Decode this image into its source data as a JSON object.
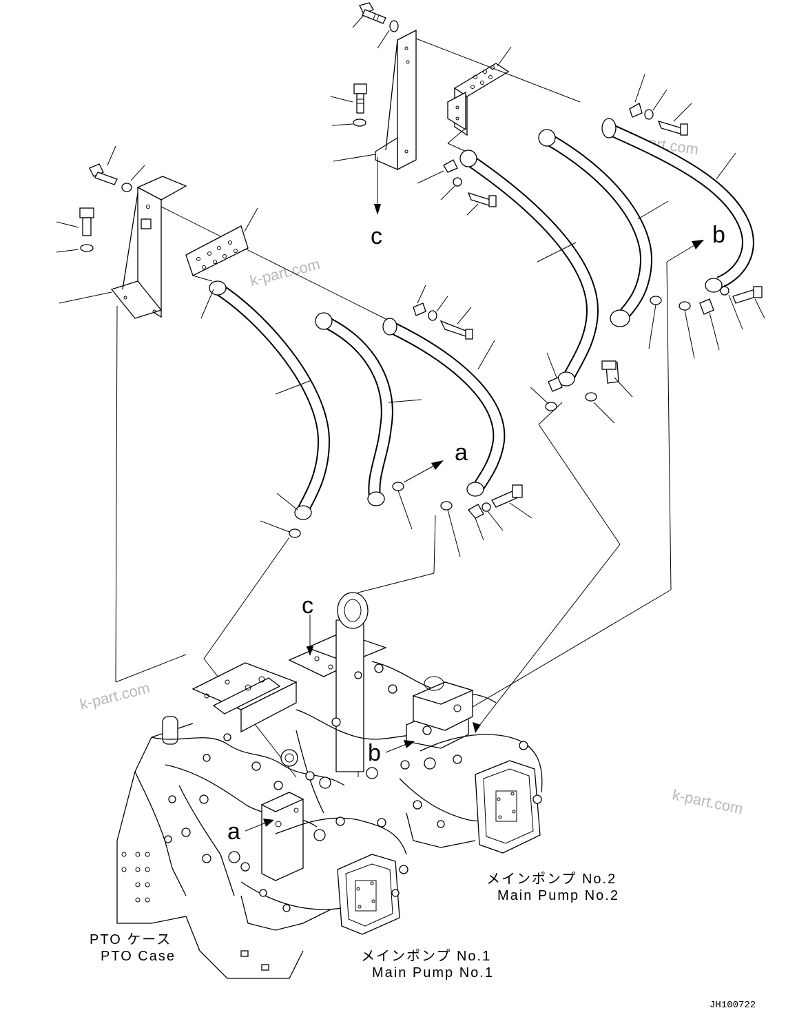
{
  "callouts": {
    "a_upper": "a",
    "b_upper": "b",
    "c_upper": "c",
    "a_lower": "a",
    "b_lower": "b",
    "c_lower": "c"
  },
  "labels": {
    "main_pump_2_jp": "メインポンプ No.2",
    "main_pump_2_en": "Main Pump No.2",
    "main_pump_1_jp": "メインポンプ No.1",
    "main_pump_1_en": "Main Pump No.1",
    "pto_case_jp": "PTO ケース",
    "pto_case_en": "PTO Case"
  },
  "watermarks": [
    "k-part.com",
    "k-part.com",
    "k-part.com",
    "k-part.com"
  ],
  "document_id": "JH100722"
}
